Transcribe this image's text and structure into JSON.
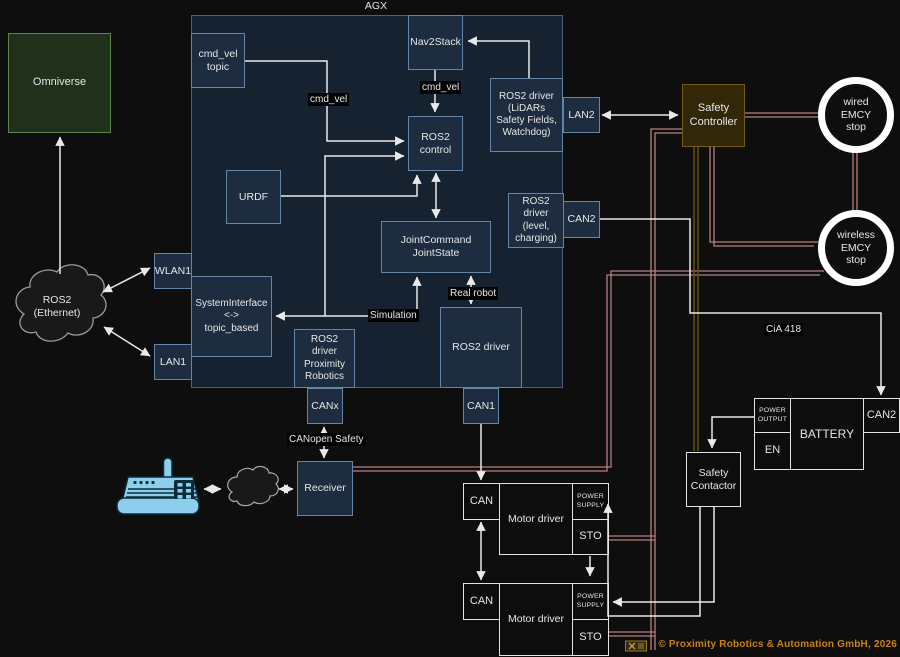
{
  "agx": {
    "title": "AGX",
    "cmd_vel_topic": "cmd_vel\ntopic",
    "nav2stack": "Nav2Stack",
    "ros2_control": "ROS2\ncontrol",
    "urdf": "URDF",
    "lidar_driver": "ROS2 driver\n(LiDARs\nSafety Fields,\nWatchdog)",
    "level_driver": "ROS2\ndriver\n(level,\ncharging)",
    "joint_command": "JointCommand\nJointState",
    "system_interface": "SystemInterface\n<->\ntopic_based",
    "prox_driver": "ROS2\ndriver\nProximity\nRobotics",
    "ros2_driver": "ROS2 driver"
  },
  "ports": {
    "wlan1": "WLAN1",
    "lan1": "LAN1",
    "lan2": "LAN2",
    "can2": "CAN2",
    "canx": "CANx",
    "can1": "CAN1"
  },
  "left": {
    "omniverse": "Omniverse",
    "ros2_cloud": "ROS2\n(Ethernet)"
  },
  "safety": {
    "controller": "Safety\nController",
    "wired_emcy": "wired\nEMCY\nstop",
    "wireless_emcy": "wireless\nEMCY\nstop",
    "contactor": "Safety\nContactor"
  },
  "battery": {
    "power_output": "POWER\nOUTPUT",
    "en": "EN",
    "label": "BATTERY",
    "can2": "CAN2"
  },
  "motor1": {
    "can": "CAN",
    "driver": "Motor driver",
    "power_supply": "POWER\nSUPPLY",
    "sto": "STO"
  },
  "motor2": {
    "can": "CAN",
    "driver": "Motor driver",
    "power_supply": "POWER\nSUPPLY",
    "sto": "STO"
  },
  "receiver": {
    "label": "Receiver"
  },
  "edge_labels": {
    "cmd_vel_a": "cmd_vel",
    "cmd_vel_b": "cmd_vel",
    "simulation": "Simulation",
    "real_robot": "Real robot",
    "canopen": "CANopen Safety",
    "cia418": "CiA 418"
  },
  "footer": {
    "copyright": "© Proximity Robotics & Automation GmbH, 2026"
  },
  "colors": {
    "background": "#0e0e0e",
    "node_fill": "#1d2c3e",
    "node_border": "#6486a6",
    "agx_fill": "#16222f",
    "green_fill": "#20301a",
    "green_border": "#5d8549",
    "controller_fill": "#33270a",
    "controller_border": "#705c14",
    "safety_line_pink": "#b97f7f",
    "safety_line_olive": "#5f4d12",
    "line_white": "#e9e9e9",
    "copyright_orange": "#c9820e",
    "remote_blue": "#8ccfec"
  }
}
